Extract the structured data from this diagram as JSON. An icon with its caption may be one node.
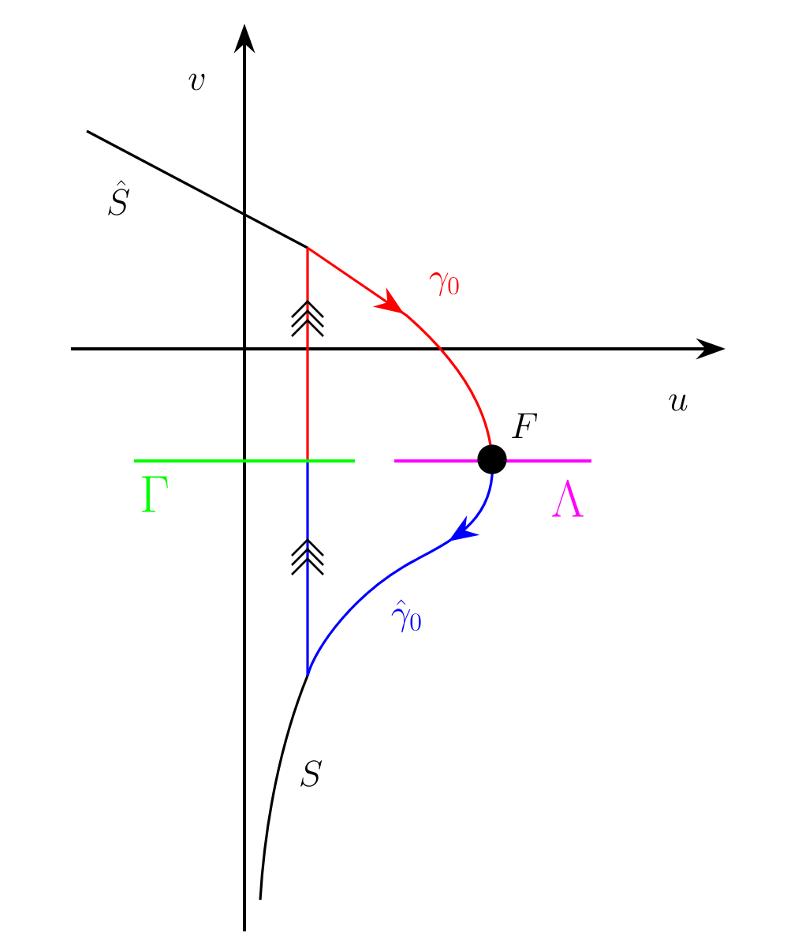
{
  "diagram": {
    "nodes": [
      {
        "text": [],
        "shape": "circle",
        "beside": [
          "F"
        ]
      }
    ],
    "labels": [
      "v",
      "\\hat{S}",
      "\\gamma_0",
      "u",
      "\\Gamma",
      "\\Lambda",
      "\\hat{\\gamma}_0",
      "S"
    ]
  }
}
